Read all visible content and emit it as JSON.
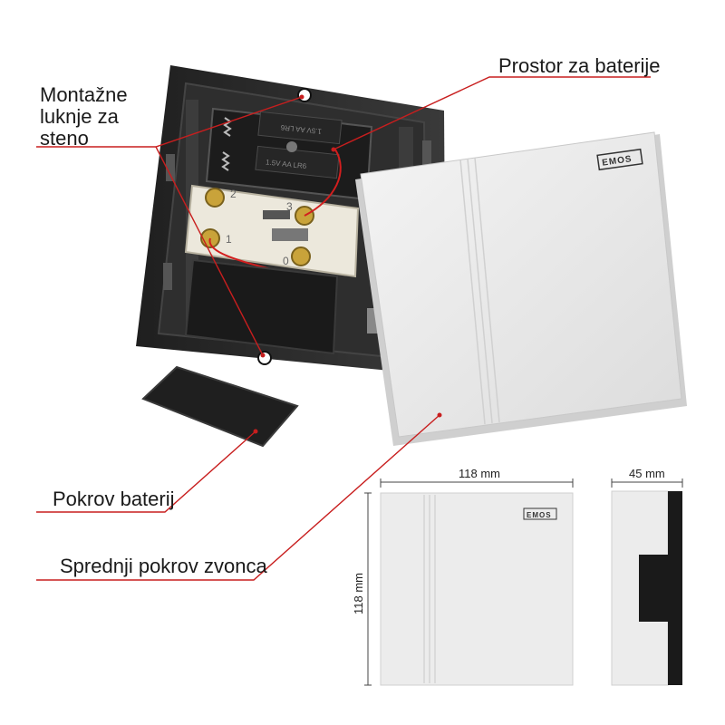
{
  "labels": {
    "battery_space": "Prostor za baterije",
    "mounting_holes": [
      "Montažne",
      "luknje za",
      "steno"
    ],
    "battery_cover": "Pokrov baterij",
    "front_cover": "Sprednji pokrov zvonca"
  },
  "brand": "EMOS",
  "dimensions": {
    "width": "118 mm",
    "height": "118 mm",
    "depth": "45 mm"
  },
  "terminal_numbers": [
    "2",
    "3",
    "1",
    "0"
  ],
  "battery_marking": "1.5V AA LR6",
  "colors": {
    "leader_line": "#c81e1e",
    "base_housing": "#2a2a2a",
    "cover": "#e9e9e9",
    "terminal_block": "#ece8dc",
    "screw": "#c9a33a"
  }
}
